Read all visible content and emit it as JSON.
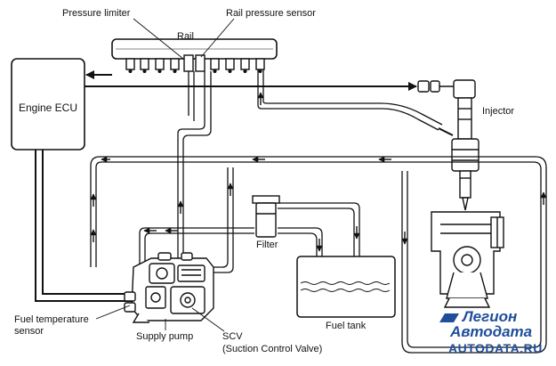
{
  "labels": {
    "pressure_limiter": "Pressure limiter",
    "rail_pressure_sensor": "Rail pressure sensor",
    "rail": "Rail",
    "engine_ecu": "Engine ECU",
    "injector": "Injector",
    "filter": "Filter",
    "fuel_tank": "Fuel tank",
    "fuel_temperature_sensor_line1": "Fuel temperature",
    "fuel_temperature_sensor_line2": "sensor",
    "supply_pump": "Supply pump",
    "scv_line1": "SCV",
    "scv_line2": "(Suction Control Valve)"
  },
  "watermark": {
    "brand_line1": "Легион",
    "brand_line2": "Автодата",
    "site": "AUTODATA.RU"
  },
  "colors": {
    "line": "#111111",
    "watermark": "#1f4e9a"
  }
}
